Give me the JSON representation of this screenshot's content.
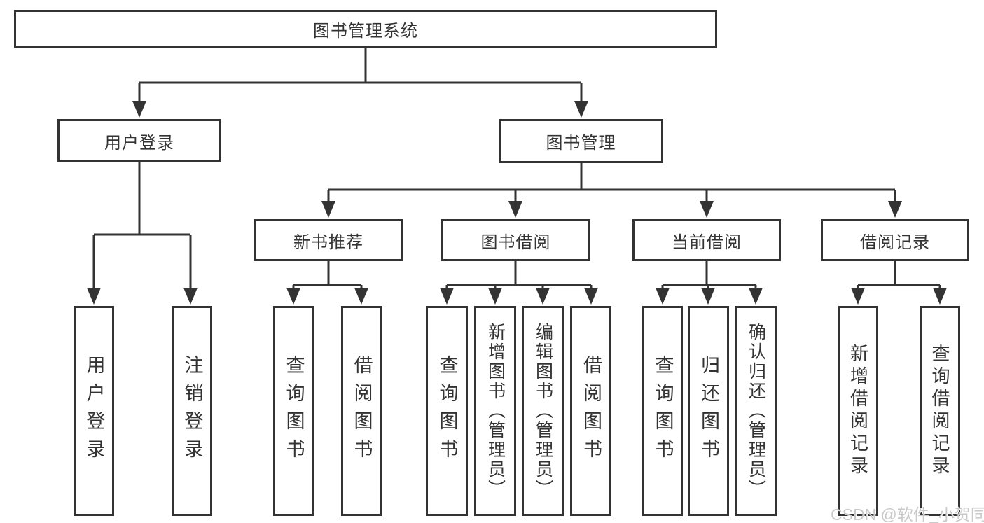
{
  "nodes": {
    "root": "图书管理系统",
    "user_login": "用户登录",
    "book_mgmt": "图书管理",
    "new_book_rec": "新书推荐",
    "book_borrow": "图书借阅",
    "current_borrow": "当前借阅",
    "borrow_record": "借阅记录",
    "leaf_user_login": "用户登录",
    "leaf_logout": "注销登录",
    "leaf_rec_query": "查询图书",
    "leaf_rec_borrow": "借阅图书",
    "leaf_bb_query": "查询图书",
    "leaf_bb_add": "新增图书（管理员）",
    "leaf_bb_edit": "编辑图书（管理员）",
    "leaf_bb_borrow": "借阅图书",
    "leaf_cb_query": "查询图书",
    "leaf_cb_return": "归还图书",
    "leaf_cb_confirm": "确认归还（管理员）",
    "leaf_br_add": "新增借阅记录",
    "leaf_br_query": "查询借阅记录"
  },
  "hierarchy": {
    "root": [
      "user_login",
      "book_mgmt"
    ],
    "user_login": [
      "leaf_user_login",
      "leaf_logout"
    ],
    "book_mgmt": [
      "new_book_rec",
      "book_borrow",
      "current_borrow",
      "borrow_record"
    ],
    "new_book_rec": [
      "leaf_rec_query",
      "leaf_rec_borrow"
    ],
    "book_borrow": [
      "leaf_bb_query",
      "leaf_bb_add",
      "leaf_bb_edit",
      "leaf_bb_borrow"
    ],
    "current_borrow": [
      "leaf_cb_query",
      "leaf_cb_return",
      "leaf_cb_confirm"
    ],
    "borrow_record": [
      "leaf_br_add",
      "leaf_br_query"
    ]
  },
  "watermark": "CSDN @软件_小贺同学",
  "colors": {
    "line": "#333333",
    "box_border": "#333333",
    "text": "#333333",
    "watermark": "#c9c9c9",
    "background": "#ffffff"
  }
}
